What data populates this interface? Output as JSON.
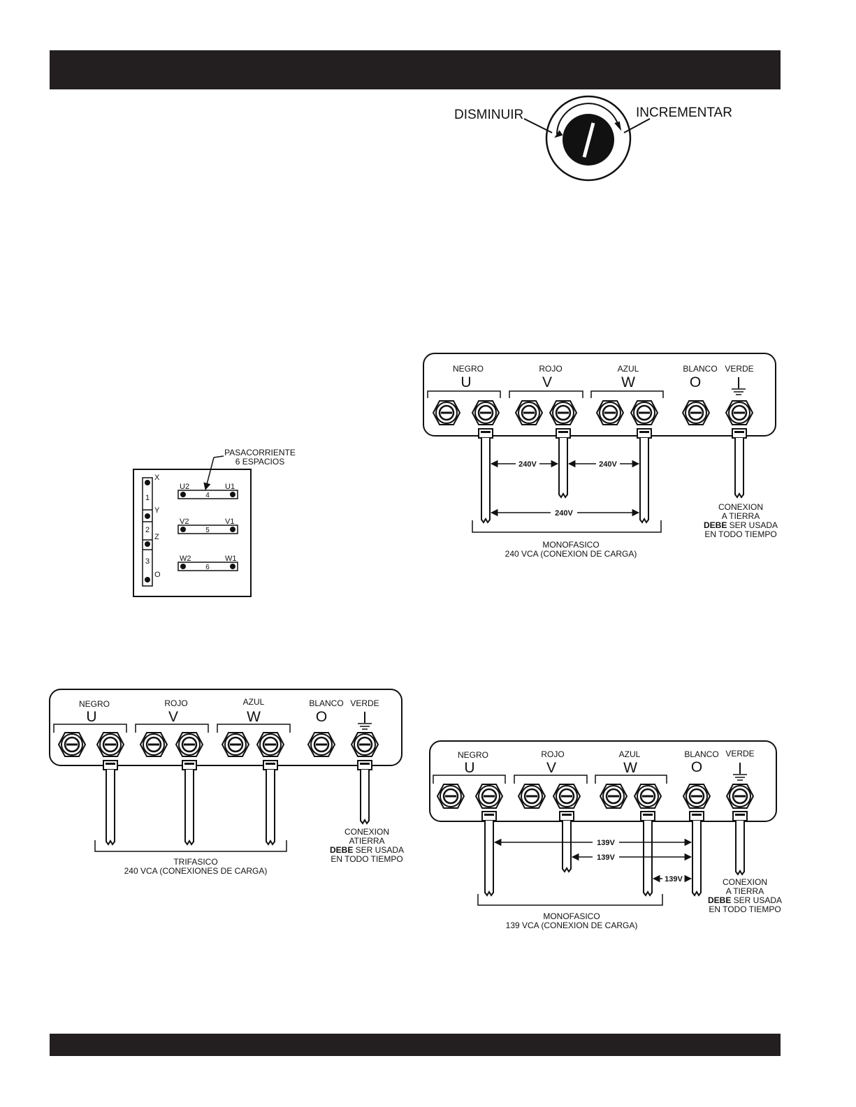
{
  "knob": {
    "decrease_label": "DISMINUIR",
    "increase_label": "INCREMENTAR"
  },
  "busbar": {
    "callout_line1": "PASACORRIENTE",
    "callout_line2": "6 ESPACIOS",
    "left_numbers": [
      "1",
      "2",
      "3"
    ],
    "left_letters": [
      "X",
      "Y",
      "Z",
      "O"
    ],
    "rows": [
      {
        "left": "U2",
        "center": "4",
        "right": "U1"
      },
      {
        "left": "V2",
        "center": "5",
        "right": "V1"
      },
      {
        "left": "W2",
        "center": "6",
        "right": "W1"
      }
    ]
  },
  "terminal_labels": {
    "colors": [
      "NEGRO",
      "ROJO",
      "AZUL",
      "BLANCO",
      "VERDE"
    ],
    "letters": [
      "U",
      "V",
      "W",
      "O"
    ]
  },
  "ground_note": {
    "line1": "CONEXION",
    "line2_a": "A TIERRA",
    "line2_b": "ATIERRA",
    "line3_bold": "DEBE",
    "line3_rest": " SER USADA",
    "line4": "EN TODO TIEMPO"
  },
  "diagram_240_single": {
    "voltages": [
      "240V",
      "240V",
      "240V"
    ],
    "caption_line1": "MONOFASICO",
    "caption_line2": "240 VCA (CONEXION DE CARGA)"
  },
  "diagram_240_three": {
    "caption_line1": "TRIFASICO",
    "caption_line2": "240 VCA (CONEXIONES DE CARGA)"
  },
  "diagram_139_single": {
    "voltages": [
      "139V",
      "139V",
      "139V"
    ],
    "caption_line1": "MONOFASICO",
    "caption_line2": "139 VCA (CONEXION DE CARGA)"
  }
}
